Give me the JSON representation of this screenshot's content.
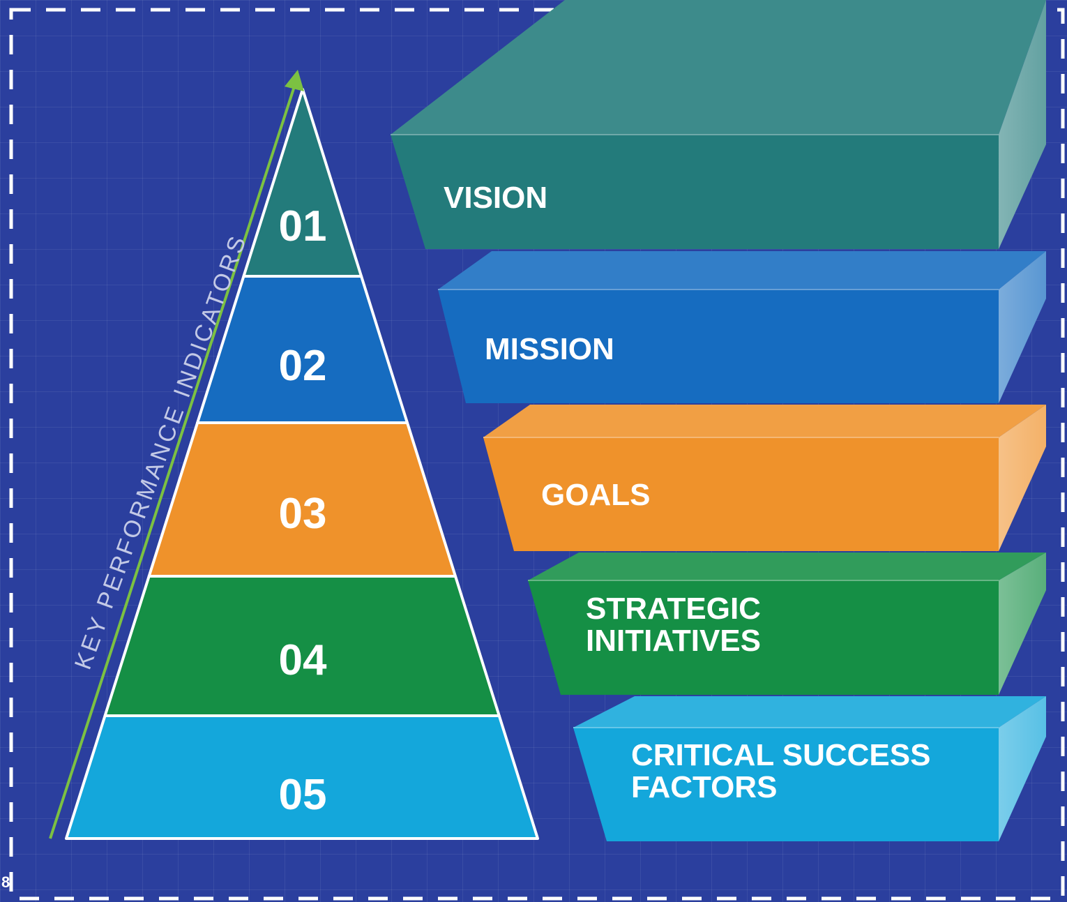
{
  "axis_label": "KEY PERFORMANCE INDICATORS",
  "page_number": "8",
  "tiers": [
    {
      "number": "01",
      "label_lines": [
        "VISION"
      ],
      "color": "#237b7b"
    },
    {
      "number": "02",
      "label_lines": [
        "MISSION"
      ],
      "color": "#166cc0"
    },
    {
      "number": "03",
      "label_lines": [
        "GOALS"
      ],
      "color": "#ef922b"
    },
    {
      "number": "04",
      "label_lines": [
        "STRATEGIC",
        "INITIATIVES"
      ],
      "color": "#158f45"
    },
    {
      "number": "05",
      "label_lines": [
        "CRITICAL SUCCESS",
        "FACTORS"
      ],
      "color": "#14a7db"
    }
  ],
  "colors": {
    "background": "#2b3f9e",
    "arrow": "#7cc142",
    "outline": "#ffffff"
  }
}
